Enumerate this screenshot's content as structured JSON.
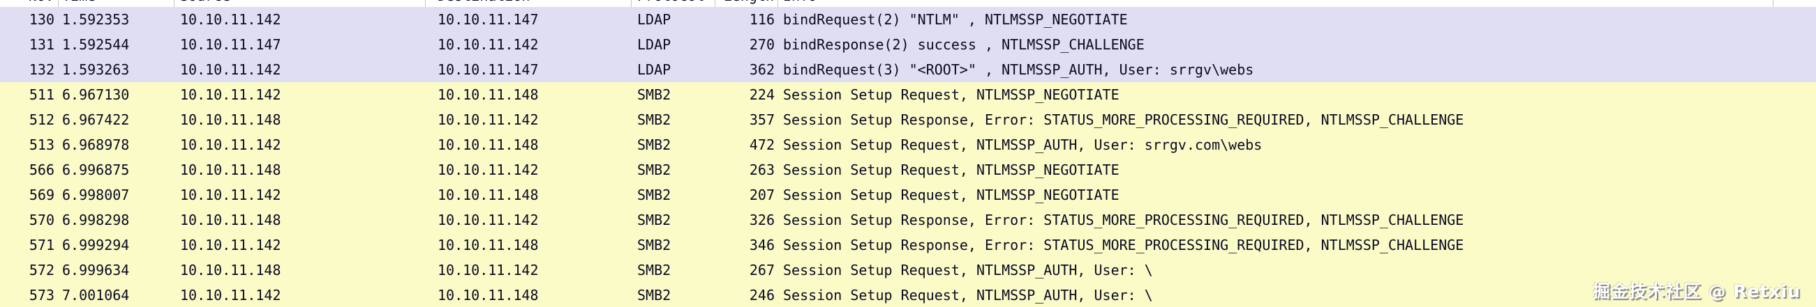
{
  "table": {
    "columns": [
      {
        "key": "no",
        "label": "No."
      },
      {
        "key": "time",
        "label": "Time"
      },
      {
        "key": "source",
        "label": "Source"
      },
      {
        "key": "destination",
        "label": "Destination"
      },
      {
        "key": "protocol",
        "label": "Protocol"
      },
      {
        "key": "length",
        "label": "Length"
      },
      {
        "key": "info",
        "label": "Info"
      }
    ],
    "rows": [
      {
        "no": "130",
        "time": "1.592353",
        "source": "10.10.11.142",
        "destination": "10.10.11.147",
        "protocol": "LDAP",
        "length": "116",
        "info": "bindRequest(2) \"NTLM\" , NTLMSSP_NEGOTIATE"
      },
      {
        "no": "131",
        "time": "1.592544",
        "source": "10.10.11.147",
        "destination": "10.10.11.142",
        "protocol": "LDAP",
        "length": "270",
        "info": "bindResponse(2) success , NTLMSSP_CHALLENGE"
      },
      {
        "no": "132",
        "time": "1.593263",
        "source": "10.10.11.142",
        "destination": "10.10.11.147",
        "protocol": "LDAP",
        "length": "362",
        "info": "bindRequest(3) \"<ROOT>\" , NTLMSSP_AUTH, User: srrgv\\webs"
      },
      {
        "no": "511",
        "time": "6.967130",
        "source": "10.10.11.142",
        "destination": "10.10.11.148",
        "protocol": "SMB2",
        "length": "224",
        "info": "Session Setup Request, NTLMSSP_NEGOTIATE"
      },
      {
        "no": "512",
        "time": "6.967422",
        "source": "10.10.11.148",
        "destination": "10.10.11.142",
        "protocol": "SMB2",
        "length": "357",
        "info": "Session Setup Response, Error: STATUS_MORE_PROCESSING_REQUIRED, NTLMSSP_CHALLENGE"
      },
      {
        "no": "513",
        "time": "6.968978",
        "source": "10.10.11.142",
        "destination": "10.10.11.148",
        "protocol": "SMB2",
        "length": "472",
        "info": "Session Setup Request, NTLMSSP_AUTH, User: srrgv.com\\webs"
      },
      {
        "no": "566",
        "time": "6.996875",
        "source": "10.10.11.148",
        "destination": "10.10.11.142",
        "protocol": "SMB2",
        "length": "263",
        "info": "Session Setup Request, NTLMSSP_NEGOTIATE"
      },
      {
        "no": "569",
        "time": "6.998007",
        "source": "10.10.11.142",
        "destination": "10.10.11.148",
        "protocol": "SMB2",
        "length": "207",
        "info": "Session Setup Request, NTLMSSP_NEGOTIATE"
      },
      {
        "no": "570",
        "time": "6.998298",
        "source": "10.10.11.148",
        "destination": "10.10.11.142",
        "protocol": "SMB2",
        "length": "326",
        "info": "Session Setup Response, Error: STATUS_MORE_PROCESSING_REQUIRED, NTLMSSP_CHALLENGE"
      },
      {
        "no": "571",
        "time": "6.999294",
        "source": "10.10.11.142",
        "destination": "10.10.11.148",
        "protocol": "SMB2",
        "length": "346",
        "info": "Session Setup Response, Error: STATUS_MORE_PROCESSING_REQUIRED, NTLMSSP_CHALLENGE"
      },
      {
        "no": "572",
        "time": "6.999634",
        "source": "10.10.11.148",
        "destination": "10.10.11.142",
        "protocol": "SMB2",
        "length": "267",
        "info": "Session Setup Request, NTLMSSP_AUTH, User: \\"
      },
      {
        "no": "573",
        "time": "7.001064",
        "source": "10.10.11.142",
        "destination": "10.10.11.148",
        "protocol": "SMB2",
        "length": "246",
        "info": "Session Setup Request, NTLMSSP_AUTH, User: \\"
      }
    ]
  },
  "watermark": "掘金技术社区 @ Retxiu",
  "colors": {
    "ldap_row_bg": "#dfdef2",
    "smb2_row_bg": "#fbfbc8",
    "row_text": "#0a0a23",
    "header_bg": "#ffffff",
    "header_divider": "#c6c6c6"
  }
}
